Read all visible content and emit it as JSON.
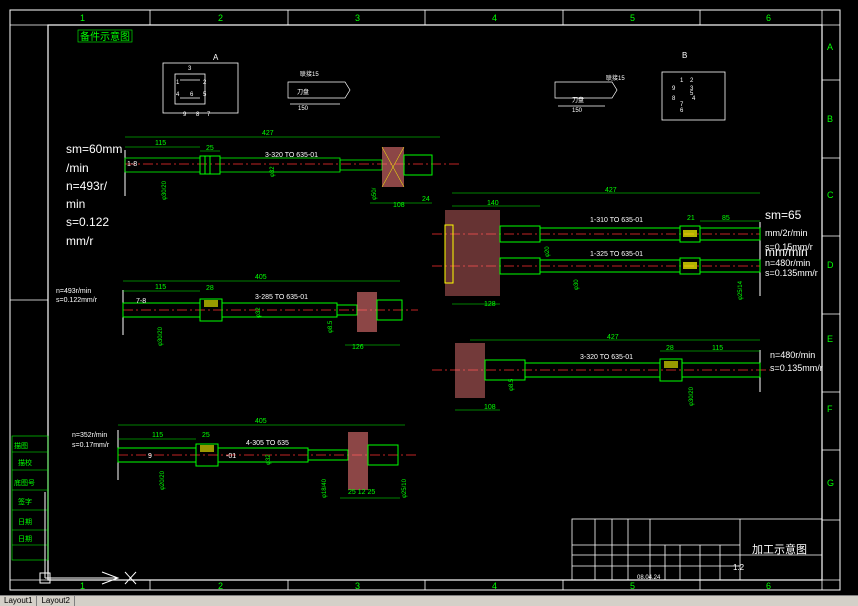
{
  "colors": {
    "background": "#000000",
    "frame": "#ffffff",
    "dim": "#00ff00",
    "center": "#ff3030",
    "part": "#ffff00",
    "label": "#ffffff",
    "hatch": "#ff8080",
    "title_block": "#ffffff"
  },
  "grid": {
    "cols": [
      "1",
      "2",
      "3",
      "4",
      "5",
      "6"
    ],
    "rows": [
      "A",
      "B",
      "C",
      "D",
      "E",
      "F",
      "G"
    ]
  },
  "top_left_label": "备件示意图",
  "views": {
    "view_a": {
      "title": "A",
      "numbers": [
        "1",
        "2",
        "3",
        "4",
        "5",
        "6",
        "7",
        "8",
        "9"
      ]
    },
    "view_b": {
      "title": "B",
      "numbers": [
        "1",
        "2",
        "3",
        "4",
        "5",
        "6",
        "7",
        "8",
        "9"
      ]
    },
    "small_a": {
      "top": "联接15",
      "label": "刀盘",
      "dim": "150"
    },
    "small_b": {
      "top": "联接15",
      "label": "刀盘",
      "dim": "150"
    }
  },
  "tools": [
    {
      "id": "t1",
      "overall": "427",
      "left": "115",
      "mid": "25",
      "spec": "3-320 TO 635-01",
      "lbl": "1-8",
      "d1": "φ30/20",
      "d2": "φ32",
      "d3": "φ50/",
      "d4": "108",
      "d5": "24"
    },
    {
      "id": "t2",
      "overall": "427",
      "left": "140",
      "mid": "21",
      "right": "85",
      "spec1": "1-310 TO 635-01",
      "spec2": "1-325 TO 635-01",
      "d1": "128",
      "d2": "φ20",
      "d3": "φ30",
      "d4": "φ25/14"
    },
    {
      "id": "t3",
      "overall": "405",
      "left": "115",
      "mid": "28",
      "spec": "3-285 TO 635-01",
      "lbl": "7-8",
      "d1": "φ30/20",
      "d2": "φ32",
      "d3": "φ8.5",
      "d4": "126"
    },
    {
      "id": "t4",
      "overall": "427",
      "mid": "28",
      "right": "115",
      "spec": "3-320 TO 635-01",
      "d1": "φ8.5",
      "d2": "108",
      "d3": "φ30/20"
    },
    {
      "id": "t5",
      "overall": "405",
      "left": "115",
      "mid": "25",
      "spec": "4-305 TO 635",
      "lbl": "9",
      "spec_small": "-01",
      "d1": "φ20/20",
      "d2": "φ32",
      "d3": "φ18/40",
      "d4": "25 12 25",
      "d5": "φ25/10"
    }
  ],
  "params": {
    "p1": [
      "sm=60mm",
      "/min",
      "n=493r/",
      "min",
      "s=0.122",
      "mm/r"
    ],
    "p2": [
      "sm=65",
      "mm/min",
      "n=480r/min",
      "s=0.135mm/r"
    ],
    "p3": [
      "n=493r/min",
      "s=0.122mm/r"
    ],
    "p4": [
      "n=480r/min",
      "s=0.135mm/r"
    ],
    "p5": [
      "n=352r/min",
      "s=0.17mm/r"
    ],
    "p2_overlap": [
      "mm/2r/min",
      "s=0.15mm/r"
    ]
  },
  "title_block": {
    "title": "加工示意图",
    "scale": "1:2",
    "date": "08.04.24"
  },
  "left_stamp": [
    "描图",
    "描校",
    "底图号",
    "签字",
    "日期",
    "日期"
  ],
  "bottom_tabs": [
    "Layout1",
    "Layout2"
  ]
}
